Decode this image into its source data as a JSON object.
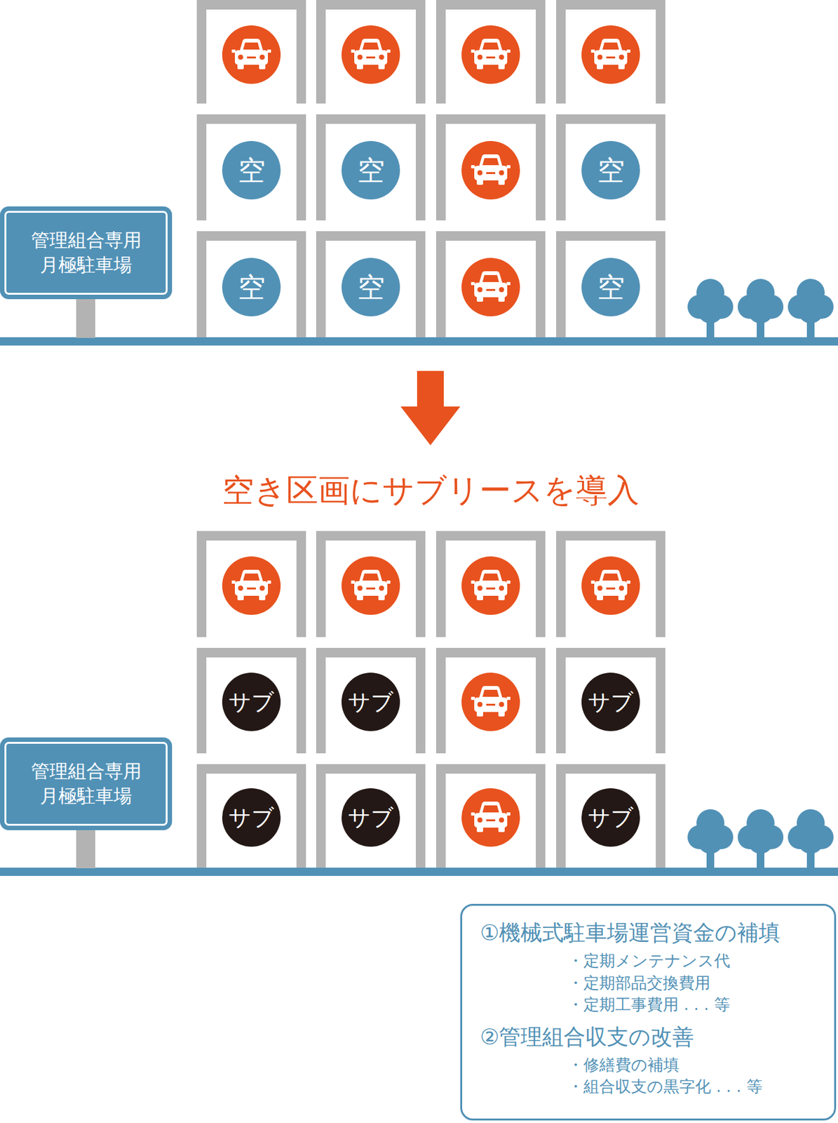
{
  "diagram": {
    "nodes": [
      {
        "text": [
          "管理組合専用 月極駐車場"
        ]
      },
      {
        "text": [
          "空"
        ]
      },
      {
        "text": [
          "空"
        ]
      },
      {
        "text": [
          "空"
        ]
      },
      {
        "text": [
          "空"
        ]
      },
      {
        "text": [
          "空"
        ]
      },
      {
        "text": [
          "空"
        ]
      },
      {
        "text": [
          "管理組合専用 月極駐車場"
        ]
      },
      {
        "text": [
          "サブ"
        ]
      },
      {
        "text": [
          "サブ"
        ]
      },
      {
        "text": [
          "サブ"
        ]
      },
      {
        "text": [
          "サブ"
        ]
      },
      {
        "text": [
          "サブ"
        ]
      },
      {
        "text": [
          "サブ"
        ]
      },
      {
        "text": [
          "①機械式駐車場運営資金の補填",
          "・定期メンテナンス代",
          "・定期部品交換費用",
          "・定期工事費用 . . . 等",
          "②管理組合収支の改善",
          "・修繕費の補填",
          "・組合収支の黒字化 . . . 等"
        ]
      }
    ],
    "labels": [
      "空き区画にサブリースを導入"
    ]
  }
}
